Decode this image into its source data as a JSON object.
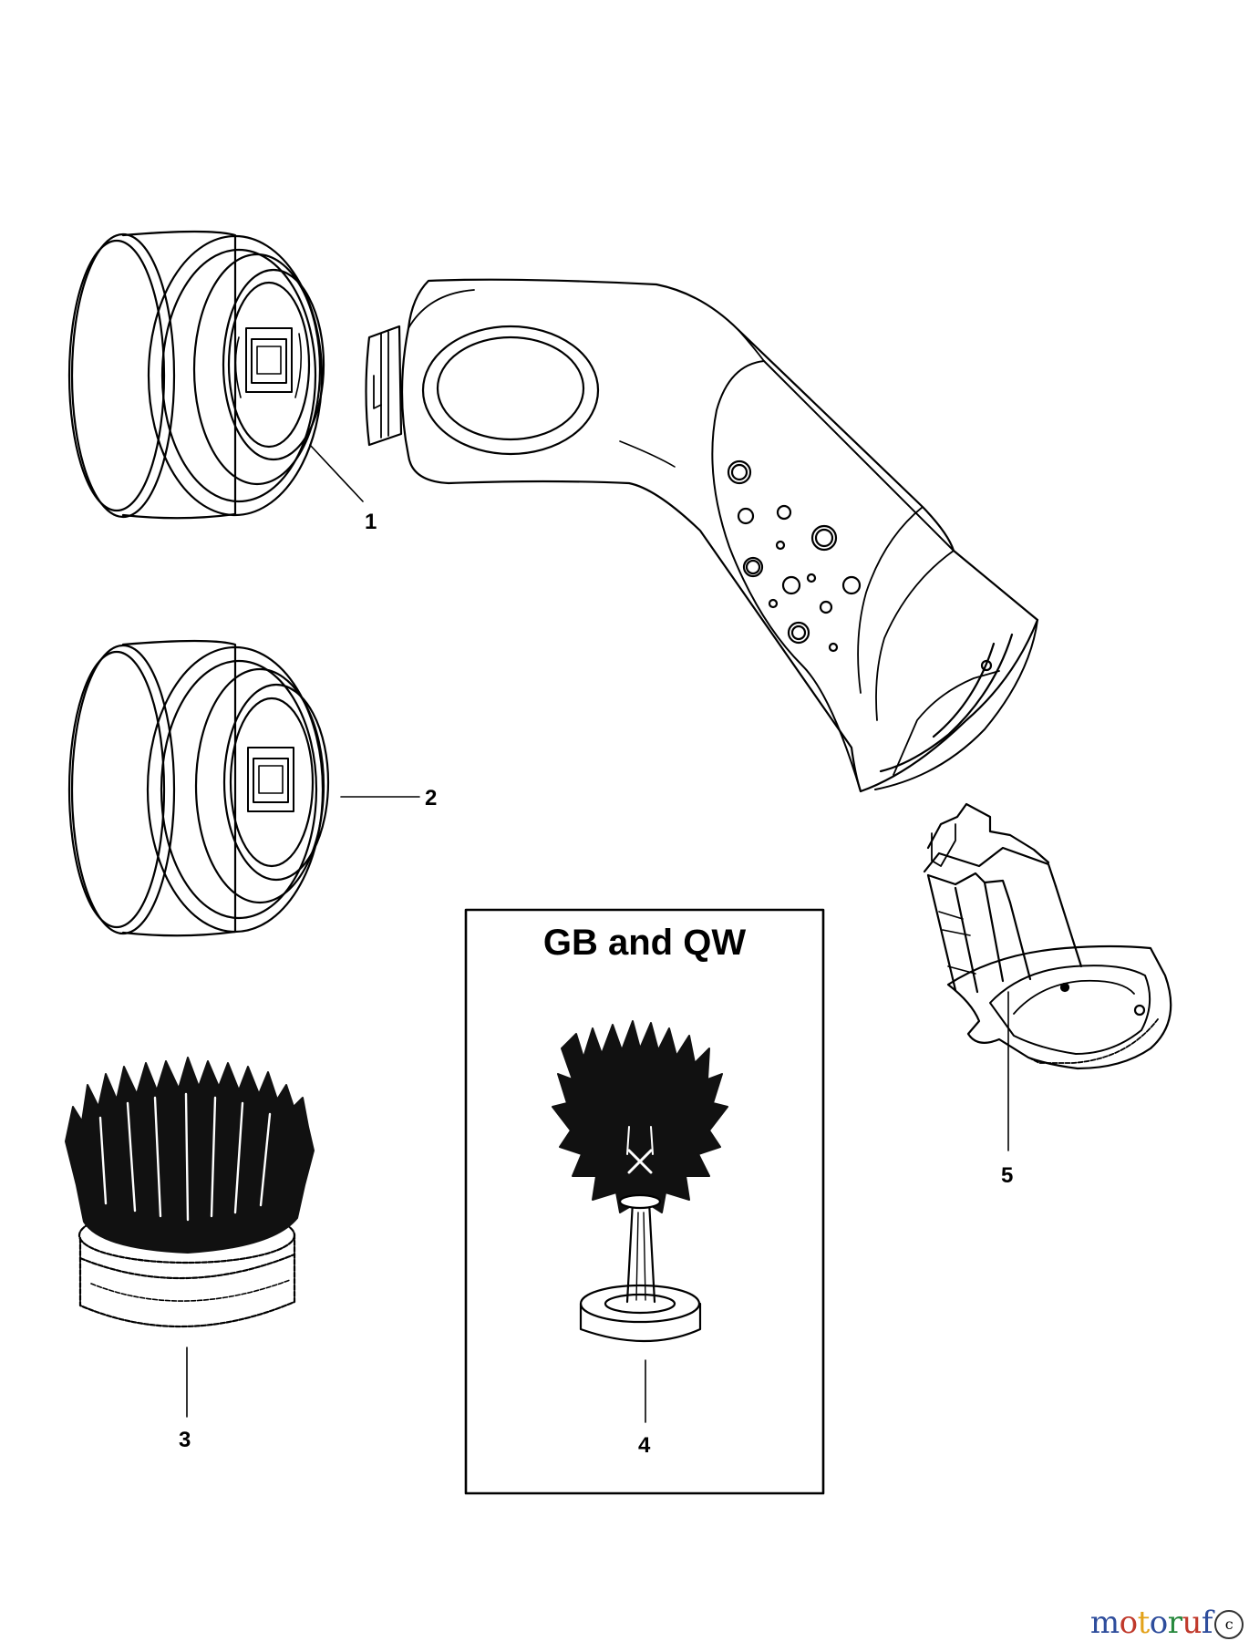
{
  "diagram": {
    "callouts": [
      {
        "id": "1",
        "label": "1"
      },
      {
        "id": "2",
        "label": "2"
      },
      {
        "id": "3",
        "label": "3"
      },
      {
        "id": "4",
        "label": "4"
      },
      {
        "id": "5",
        "label": "5"
      }
    ],
    "variant_box": {
      "title": "GB and QW"
    },
    "watermark": {
      "text": "motoruf",
      "suffix": "c",
      "colors": [
        "#2e4d9c",
        "#c0392b",
        "#e3a21a",
        "#2e4d9c",
        "#27883d",
        "#c0392b",
        "#2e4d9c"
      ]
    }
  }
}
